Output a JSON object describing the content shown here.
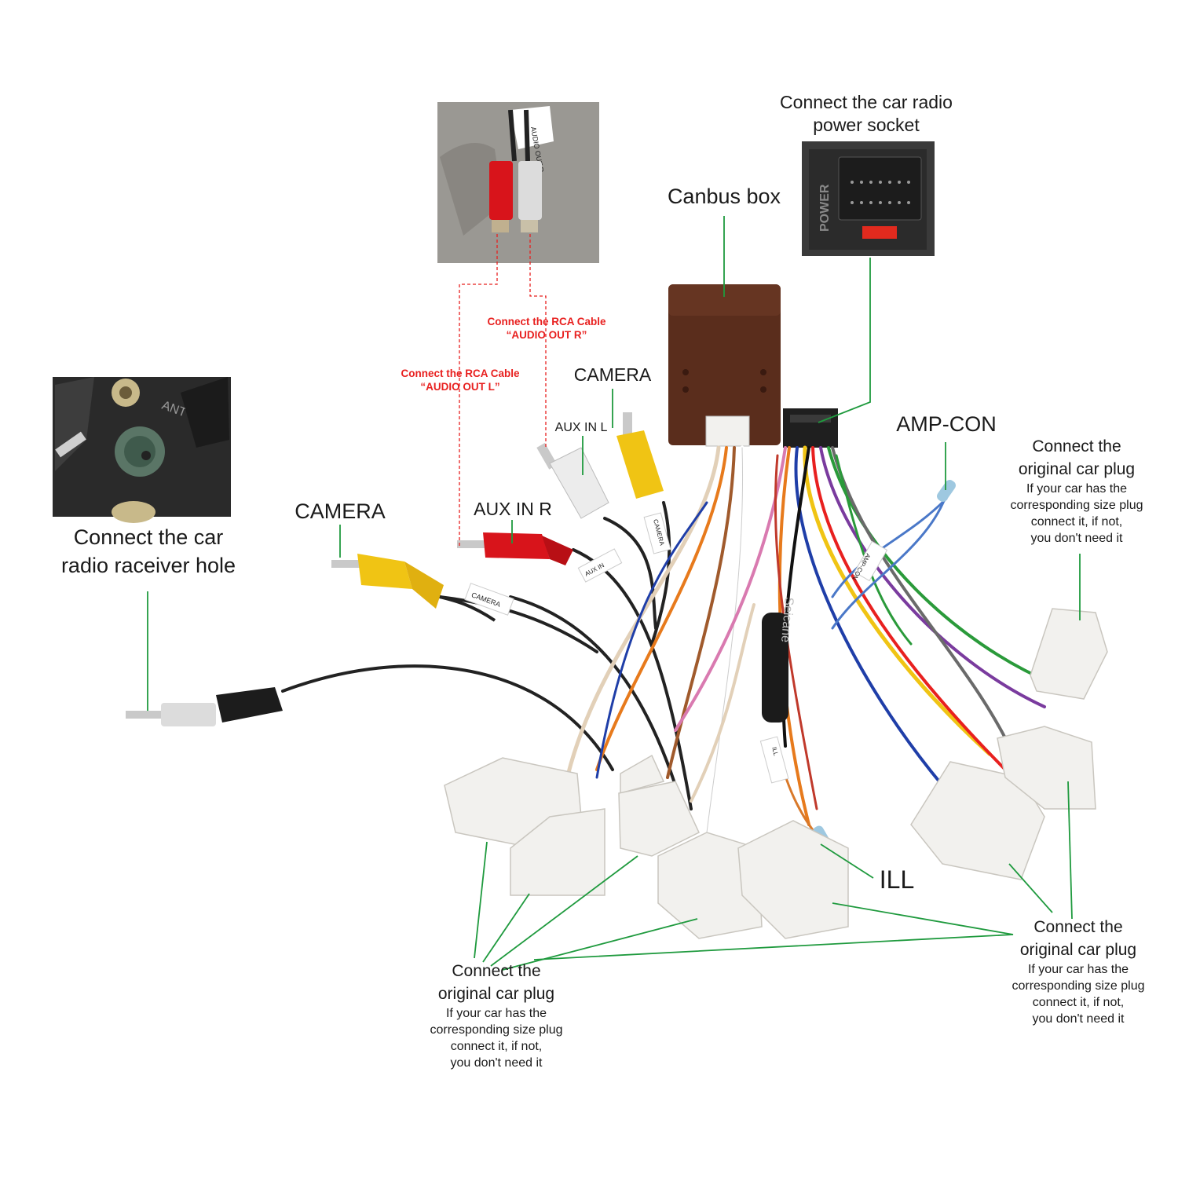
{
  "colors": {
    "leader_green": "#1f9a3e",
    "leader_red_dash": "#e8201f",
    "text_red": "#e8201f",
    "canbus_box": "#5a2d1c",
    "connector_white": "#f2f1ee",
    "rca_yellow": "#f0c414",
    "rca_red": "#d8141b",
    "rca_white": "#ececec"
  },
  "labels": {
    "power_socket": [
      "Connect the car radio",
      "power socket"
    ],
    "canbus_box": "Canbus box",
    "rca_out_r": [
      "Connect the RCA Cable",
      "“AUDIO OUT R”"
    ],
    "rca_out_l": [
      "Connect the RCA Cable",
      "“AUDIO OUT L”"
    ],
    "camera_top": "CAMERA",
    "aux_in_l": "AUX IN L",
    "amp_con": "AMP-CON",
    "camera_left": "CAMERA",
    "aux_in_r": "AUX IN R",
    "radio_receiver": [
      "Connect the  car",
      "radio raceiver hole"
    ],
    "ill": "ILL"
  },
  "plug_notes": {
    "right_top": {
      "title": [
        "Connect the",
        "original car plug"
      ],
      "note": [
        "If your car has the",
        "corresponding size plug",
        "connect it, if not,",
        "you don't need it"
      ]
    },
    "bottom_center": {
      "title": [
        "Connect the",
        "original car plug"
      ],
      "note": [
        "If your car has the",
        "corresponding size plug",
        "connect it, if not,",
        "you don't need it"
      ]
    },
    "bottom_right": {
      "title": [
        "Connect the",
        "original car plug"
      ],
      "note": [
        "If your car has the",
        "corresponding size plug",
        "connect it, if not,",
        "you don't need it"
      ]
    }
  },
  "photos": {
    "audio_out_tag": "AUDIO OUT R",
    "socket_tag": "POWER",
    "radio_hole_tag": "ANT"
  },
  "wire_tags": {
    "camera": "CAMERA",
    "aux_in": "AUX IN",
    "amp": "AMP-CON",
    "ill": "ILL",
    "brand": "Seicane"
  }
}
